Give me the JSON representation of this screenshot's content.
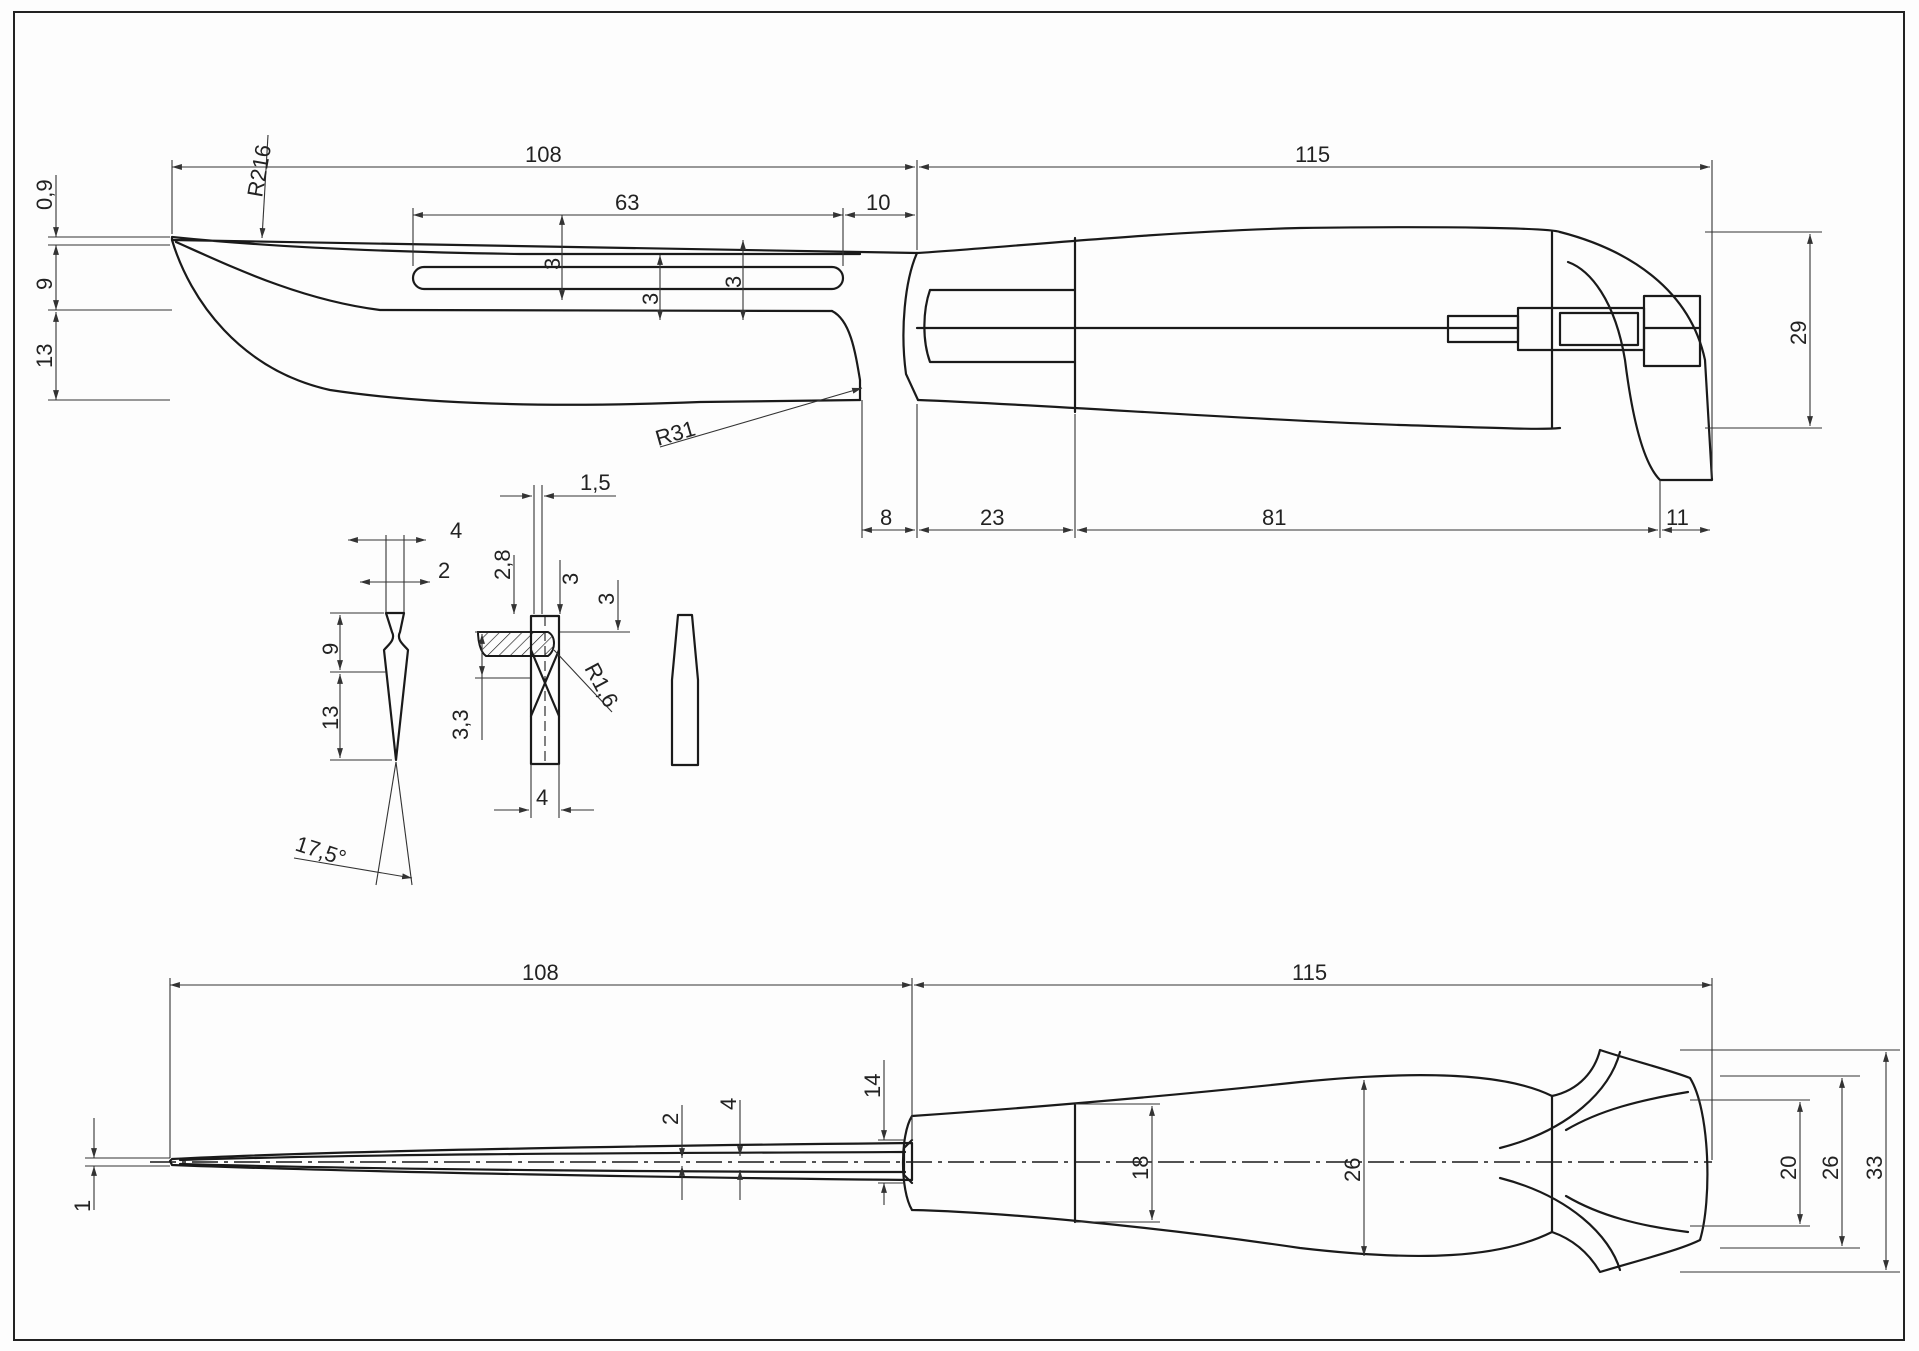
{
  "side_view": {
    "blade_length": "108",
    "handle_length": "115",
    "slot_length": "63",
    "slot_end_offset": "10",
    "tip_offset": "0,9",
    "spine_height": "9",
    "edge_height": "13",
    "tip_radius": "R216",
    "slot_height": "3",
    "slot_offset_a": "3",
    "slot_offset_b": "3",
    "heel_radius": "R31",
    "handle_height": "29",
    "ricasso_length": "8",
    "bolster_length": "23",
    "grip_length": "81",
    "pommel_length": "11"
  },
  "section_a": {
    "width_total": "4",
    "width_inner": "2",
    "height_upper": "9",
    "height_lower": "13",
    "edge_angle": "17,5°"
  },
  "section_b": {
    "slot_width": "1,5",
    "depth_a": "2,8",
    "depth_b": "3",
    "depth_c": "3",
    "radius": "R1,6",
    "height": "3,3",
    "width": "4"
  },
  "top_view": {
    "blade_length": "108",
    "handle_length": "115",
    "tip_thickness": "1",
    "blade_thickness_mid": "2",
    "blade_thickness_base": "4",
    "guard_width": "14",
    "bolster_width": "18",
    "grip_width": "26",
    "pommel_inner": "20",
    "pommel_mid": "26",
    "pommel_outer": "33"
  }
}
